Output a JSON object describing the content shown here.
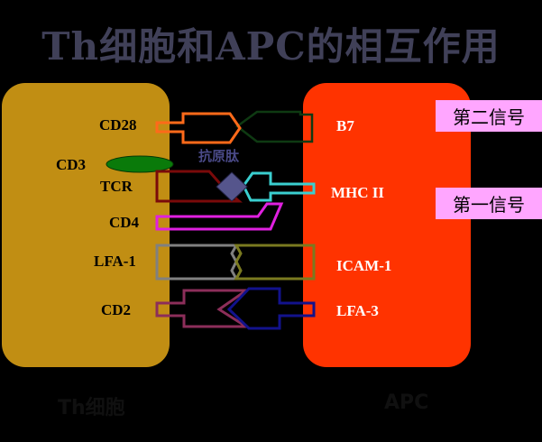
{
  "title": "Th细胞和APC的相互作用",
  "cells": {
    "th_caption": "Th细胞",
    "apc_caption": "APC"
  },
  "th_molecules": {
    "cd28": "CD28",
    "cd3": "CD3",
    "tcr": "TCR",
    "cd4": "CD4",
    "lfa1": "LFA-1",
    "cd2": "CD2"
  },
  "apc_molecules": {
    "b7": "B7",
    "mhc2": "MHC II",
    "icam1": "ICAM-1",
    "lfa3": "LFA-3"
  },
  "antigen_label": "抗原肽",
  "signals": {
    "second": "第二信号",
    "first": "第一信号"
  },
  "colors": {
    "th_cell": "#C18E13",
    "apc_cell": "#FF3300",
    "signal_box": "#FFA6FF",
    "cd28": "#FF6A1A",
    "b7": "#0E3A12",
    "cd3": "#0A7A0A",
    "tcr": "#7A0A0A",
    "mhc2": "#3ACFD0",
    "antigen": "#55558C",
    "cd4": "#E020E0",
    "lfa1": "#808080",
    "icam1": "#7A7A20",
    "cd2": "#8C2E5A",
    "lfa3": "#12128C"
  }
}
